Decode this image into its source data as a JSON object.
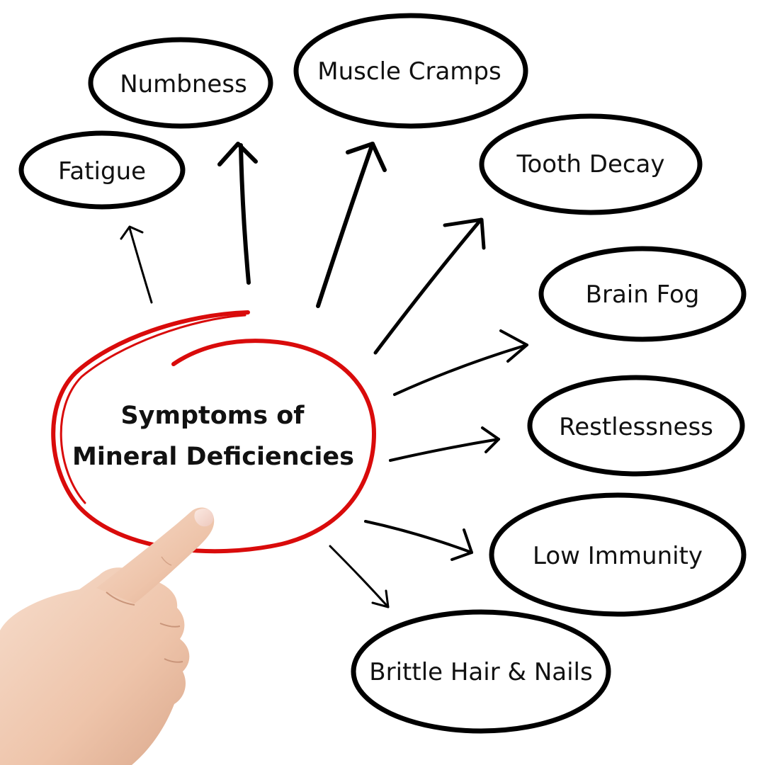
{
  "center": {
    "line1": "Symptoms of",
    "line2": "Mineral Deficiencies",
    "ring_color": "#d90b0b"
  },
  "symptoms": {
    "fatigue": "Fatigue",
    "numbness": "Numbness",
    "muscle_cramps": "Muscle Cramps",
    "tooth_decay": "Tooth Decay",
    "brain_fog": "Brain Fog",
    "restlessness": "Restlessness",
    "low_immunity": "Low Immunity",
    "brittle_hair_nails": "Brittle Hair & Nails"
  },
  "decor": {
    "hand": "pointing-hand-icon"
  }
}
